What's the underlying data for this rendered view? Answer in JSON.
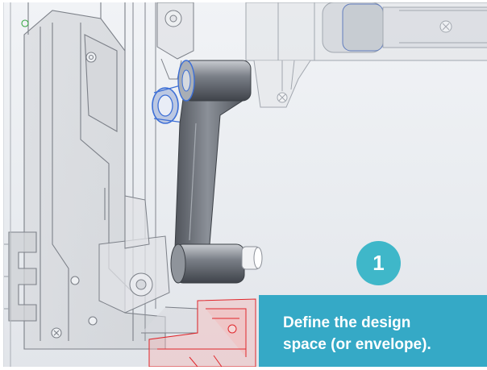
{
  "step": {
    "number": "1"
  },
  "caption": {
    "line1": "Define the design",
    "line2": "space (or envelope)."
  },
  "colors": {
    "badge": "#3fb7c9",
    "caption_panel": "#35a9c6",
    "caption_text": "#ffffff",
    "part_body": "#62666d",
    "part_highlight": "#3d6fd6",
    "assembly_edges": "#7c8088",
    "red_component": "#e0262b"
  }
}
